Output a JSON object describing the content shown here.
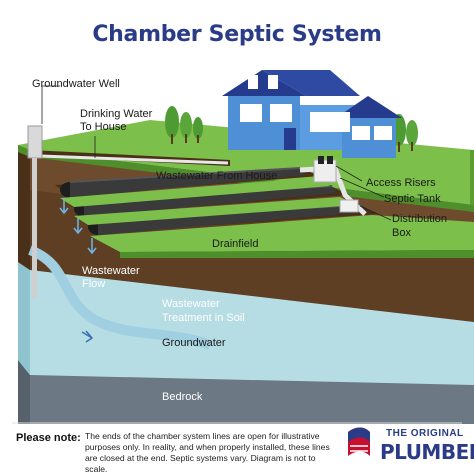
{
  "title": "Chamber Septic System",
  "labels": {
    "groundwater_well": "Groundwater Well",
    "drinking_water_line1": "Drinking Water",
    "drinking_water_line2": "To House",
    "wastewater_from_house": "Wastewater From House",
    "access_risers": "Access Risers",
    "septic_tank": "Septic Tank",
    "distribution_box_line1": "Distribution",
    "distribution_box_line2": "Box",
    "drainfield": "Drainfield",
    "wastewater_flow_line1": "Wastewater",
    "wastewater_flow_line2": "Flow",
    "treatment_line1": "Wastewater",
    "treatment_line2": "Treatment in Soil",
    "groundwater": "Groundwater",
    "bedrock": "Bedrock"
  },
  "note": {
    "heading": "Please note:",
    "body": "The ends of the chamber system lines are open for illustrative purposes only. In reality, and when properly installed, these lines are closed at the end. Septic systems vary. Diagram is not to scale."
  },
  "brand": {
    "line1": "THE ORIGINAL",
    "line2": "PLUMBER"
  },
  "colors": {
    "title": "#2a3c87",
    "grass": "#7cbf4b",
    "soil_top": "#6b4a2e",
    "soil": "#5a3c22",
    "groundwater": "#a9d7df",
    "bedrock": "#5f6d7a",
    "house": "#4f8fd6",
    "roof": "#243b8e",
    "chamber": "#2a2a2a"
  }
}
